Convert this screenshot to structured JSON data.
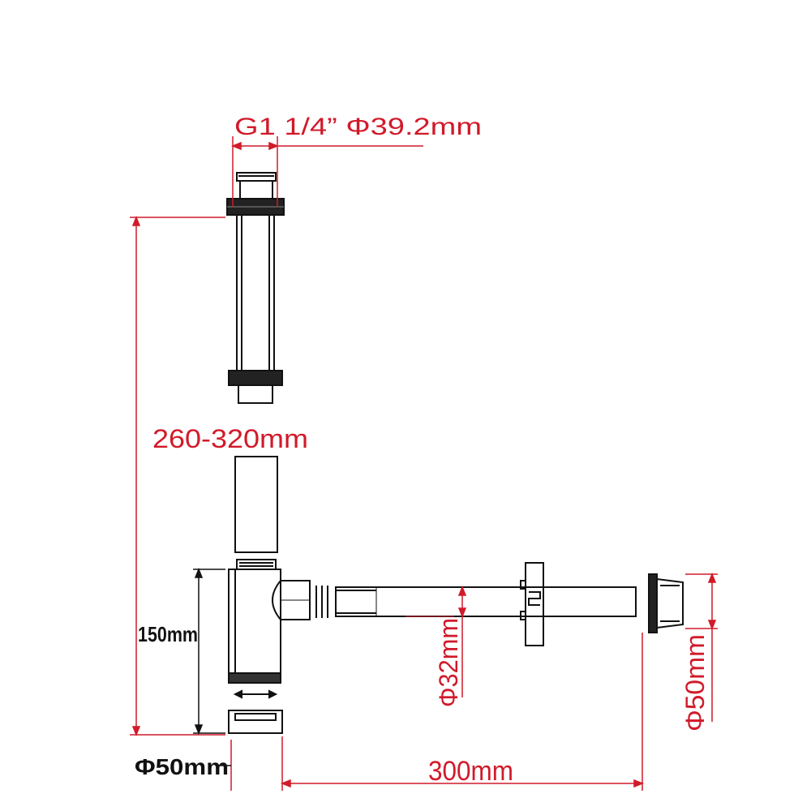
{
  "labels": {
    "thread_size": "G1 1/4” Φ39.2mm",
    "height_range": "260-320mm",
    "trap_height": "150mm",
    "inlet_diameter": "Φ50mm",
    "outlet_length": "300mm",
    "pipe_diameter": "Φ32mm",
    "wall_diameter": "Φ50mm"
  },
  "colors": {
    "dimension": "#d11a2a",
    "part": "#111111"
  }
}
